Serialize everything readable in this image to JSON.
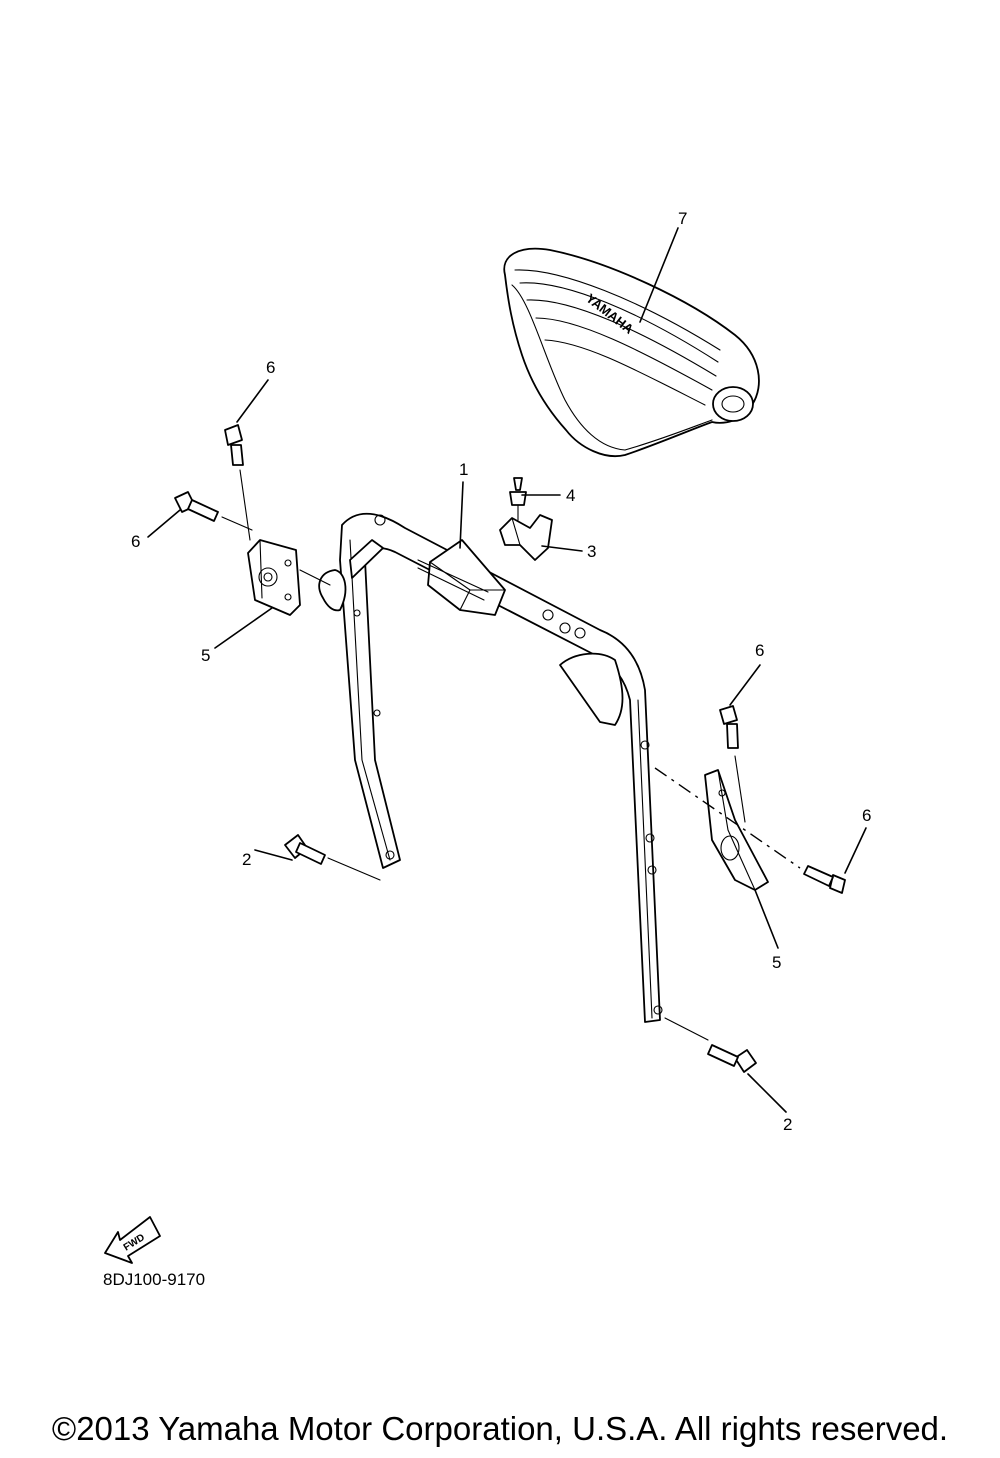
{
  "callouts": {
    "c1": "1",
    "c2_left": "2",
    "c2_right": "2",
    "c3": "3",
    "c4": "4",
    "c5_left": "5",
    "c5_right": "5",
    "c6_top_left": "6",
    "c6_left": "6",
    "c6_top_right": "6",
    "c6_right": "6",
    "c7": "7"
  },
  "seat_brand": "YAMAHA",
  "fwd_label": "FWD",
  "diagram_code": "8DJ100-9170",
  "copyright": "©2013 Yamaha Motor Corporation, U.S.A. All rights reserved.",
  "icons": {
    "fwd": "fwd-arrow-icon"
  }
}
